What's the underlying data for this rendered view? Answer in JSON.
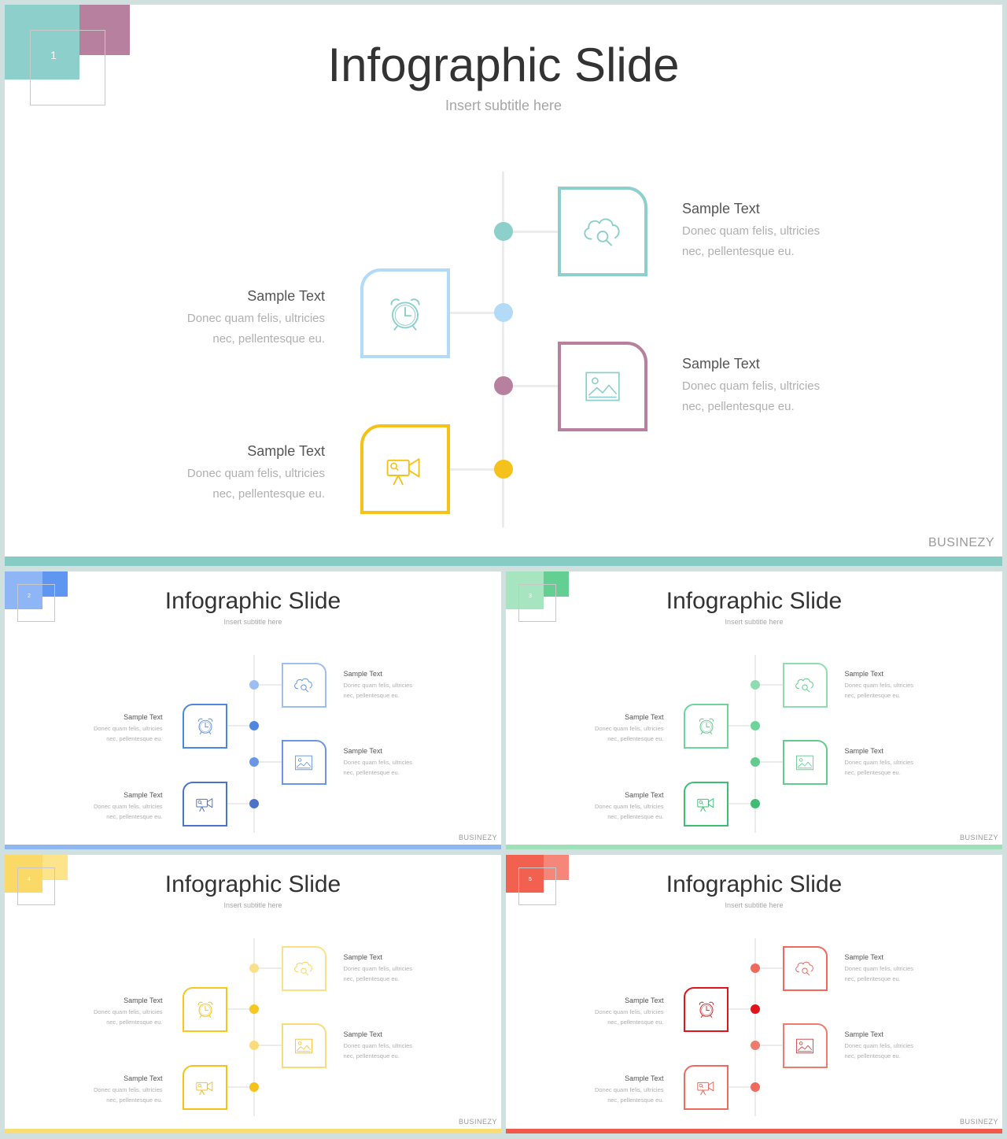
{
  "slides": [
    {
      "number": "1",
      "title": "Infographic Slide",
      "subtitle": "Insert  subtitle  here",
      "brand": "BUSINEZY",
      "colors": {
        "corner_a": "#8dcfca",
        "corner_b": "#b6809e",
        "bar": "#86cbc4",
        "items": [
          "#8dcfca",
          "#b3dbf7",
          "#b6809e",
          "#f5c21b"
        ],
        "icons": [
          "#8dcfca",
          "#8dcfca",
          "#8dcfca",
          "#f5c21b"
        ]
      },
      "items": [
        {
          "icon": "cloud-search-icon",
          "title": "Sample  Text",
          "line1": "Donec quam felis, ultricies",
          "line2": "nec, pellentesque  eu."
        },
        {
          "icon": "alarm-clock-icon",
          "title": "Sample  Text",
          "line1": "Donec quam felis, ultricies",
          "line2": "nec, pellentesque  eu."
        },
        {
          "icon": "image-icon",
          "title": "Sample  Text",
          "line1": "Donec quam felis, ultricies",
          "line2": "nec, pellentesque  eu."
        },
        {
          "icon": "video-camera-icon",
          "title": "Sample  Text",
          "line1": "Donec quam felis, ultricies",
          "line2": "nec, pellentesque  eu."
        }
      ]
    },
    {
      "number": "2",
      "title": "Infographic Slide",
      "subtitle": "Insert  subtitle  here",
      "brand": "BUSINEZY",
      "colors": {
        "corner_a": "#8eb6f6",
        "corner_b": "#5f96ef",
        "bar": "#8eb6f0",
        "items": [
          "#9dbef2",
          "#4f86e0",
          "#6a97e5",
          "#4b73c8"
        ],
        "icons": [
          "#5f8fe0",
          "#5f8fe0",
          "#5f8fe0",
          "#4b73c8"
        ]
      },
      "items": [
        {
          "icon": "cloud-search-icon",
          "title": "Sample  Text",
          "line1": "Donec quam felis, ultricies",
          "line2": "nec, pellentesque  eu."
        },
        {
          "icon": "alarm-clock-icon",
          "title": "Sample  Text",
          "line1": "Donec quam felis, ultricies",
          "line2": "nec, pellentesque  eu."
        },
        {
          "icon": "image-icon",
          "title": "Sample  Text",
          "line1": "Donec quam felis, ultricies",
          "line2": "nec, pellentesque  eu."
        },
        {
          "icon": "video-camera-icon",
          "title": "Sample  Text",
          "line1": "Donec quam felis, ultricies",
          "line2": "nec, pellentesque  eu."
        }
      ]
    },
    {
      "number": "3",
      "title": "Infographic Slide",
      "subtitle": "Insert  subtitle  here",
      "brand": "BUSINEZY",
      "colors": {
        "corner_a": "#a7e4c0",
        "corner_b": "#63cf92",
        "bar": "#9ee0b8",
        "items": [
          "#8fdcb0",
          "#6fd49a",
          "#62cc8e",
          "#3fbd74"
        ],
        "icons": [
          "#5cc98a",
          "#5cc98a",
          "#5cc98a",
          "#3fbd74"
        ]
      },
      "items": [
        {
          "icon": "cloud-search-icon",
          "title": "Sample  Text",
          "line1": "Donec quam felis, ultricies",
          "line2": "nec, pellentesque  eu."
        },
        {
          "icon": "alarm-clock-icon",
          "title": "Sample  Text",
          "line1": "Donec quam felis, ultricies",
          "line2": "nec, pellentesque  eu."
        },
        {
          "icon": "image-icon",
          "title": "Sample  Text",
          "line1": "Donec quam felis, ultricies",
          "line2": "nec, pellentesque  eu."
        },
        {
          "icon": "video-camera-icon",
          "title": "Sample  Text",
          "line1": "Donec quam felis, ultricies",
          "line2": "nec, pellentesque  eu."
        }
      ]
    },
    {
      "number": "4",
      "title": "Infographic Slide",
      "subtitle": "Insert  subtitle  here",
      "brand": "BUSINEZY",
      "colors": {
        "corner_a": "#fbd966",
        "corner_b": "#fde48a",
        "bar": "#f8dc76",
        "items": [
          "#fbe08a",
          "#f6c71f",
          "#fbdc78",
          "#f4c21a"
        ],
        "icons": [
          "#f8d35a",
          "#f3c21c",
          "#f3c21c",
          "#f3c21c"
        ]
      },
      "items": [
        {
          "icon": "cloud-search-icon",
          "title": "Sample  Text",
          "line1": "Donec quam felis, ultricies",
          "line2": "nec, pellentesque  eu."
        },
        {
          "icon": "alarm-clock-icon",
          "title": "Sample  Text",
          "line1": "Donec quam felis, ultricies",
          "line2": "nec, pellentesque  eu."
        },
        {
          "icon": "image-icon",
          "title": "Sample  Text",
          "line1": "Donec quam felis, ultricies",
          "line2": "nec, pellentesque  eu."
        },
        {
          "icon": "video-camera-icon",
          "title": "Sample  Text",
          "line1": "Donec quam felis, ultricies",
          "line2": "nec, pellentesque  eu."
        }
      ]
    },
    {
      "number": "5",
      "title": "Infographic Slide",
      "subtitle": "Insert  subtitle  here",
      "brand": "BUSINEZY",
      "colors": {
        "corner_a": "#f2604f",
        "corner_b": "#f5877a",
        "bar": "#ef5a4b",
        "items": [
          "#ef6a5c",
          "#e0141c",
          "#ef7a6e",
          "#ee6a5d"
        ],
        "icons": [
          "#e3675a",
          "#d42128",
          "#c83a3a",
          "#e3675a"
        ]
      },
      "items": [
        {
          "icon": "cloud-search-icon",
          "title": "Sample  Text",
          "line1": "Donec quam felis, ultricies",
          "line2": "nec, pellentesque  eu."
        },
        {
          "icon": "alarm-clock-icon",
          "title": "Sample  Text",
          "line1": "Donec quam felis, ultricies",
          "line2": "nec, pellentesque  eu."
        },
        {
          "icon": "image-icon",
          "title": "Sample  Text",
          "line1": "Donec quam felis, ultricies",
          "line2": "nec, pellentesque  eu."
        },
        {
          "icon": "video-camera-icon",
          "title": "Sample  Text",
          "line1": "Donec quam felis, ultricies",
          "line2": "nec, pellentesque  eu."
        }
      ]
    }
  ]
}
